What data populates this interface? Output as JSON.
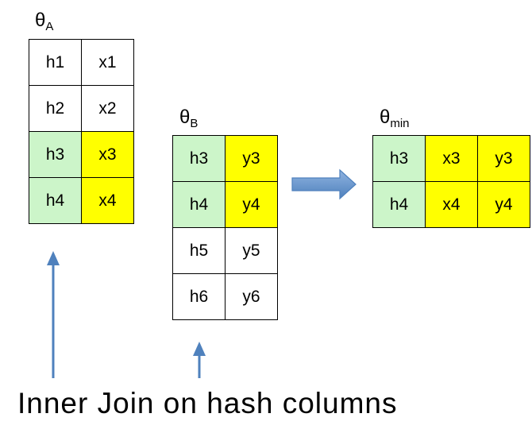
{
  "table_a": {
    "label_main": "θ",
    "label_sub": "A",
    "rows": [
      {
        "cells": [
          {
            "text": "h1",
            "kind": "plain"
          },
          {
            "text": "x1",
            "kind": "plain"
          }
        ]
      },
      {
        "cells": [
          {
            "text": "h2",
            "kind": "plain"
          },
          {
            "text": "x2",
            "kind": "plain"
          }
        ]
      },
      {
        "cells": [
          {
            "text": "h3",
            "kind": "hash"
          },
          {
            "text": "x3",
            "kind": "val"
          }
        ]
      },
      {
        "cells": [
          {
            "text": "h4",
            "kind": "hash"
          },
          {
            "text": "x4",
            "kind": "val"
          }
        ]
      }
    ]
  },
  "table_b": {
    "label_main": "θ",
    "label_sub": "B",
    "rows": [
      {
        "cells": [
          {
            "text": "h3",
            "kind": "hash"
          },
          {
            "text": "y3",
            "kind": "val"
          }
        ]
      },
      {
        "cells": [
          {
            "text": "h4",
            "kind": "hash"
          },
          {
            "text": "y4",
            "kind": "val"
          }
        ]
      },
      {
        "cells": [
          {
            "text": "h5",
            "kind": "plain"
          },
          {
            "text": "y5",
            "kind": "plain"
          }
        ]
      },
      {
        "cells": [
          {
            "text": "h6",
            "kind": "plain"
          },
          {
            "text": "y6",
            "kind": "plain"
          }
        ]
      }
    ]
  },
  "table_min": {
    "label_main": "θ",
    "label_sub": "min",
    "rows": [
      {
        "cells": [
          {
            "text": "h3",
            "kind": "hash"
          },
          {
            "text": "x3",
            "kind": "val"
          },
          {
            "text": "y3",
            "kind": "val"
          }
        ]
      },
      {
        "cells": [
          {
            "text": "h4",
            "kind": "hash"
          },
          {
            "text": "x4",
            "kind": "val"
          },
          {
            "text": "y4",
            "kind": "val"
          }
        ]
      }
    ]
  },
  "caption": "Inner Join on hash columns",
  "colors": {
    "hash_fill": "#ccf5c9",
    "value_fill": "#ffff00",
    "plain_fill": "#ffffff",
    "arrow": "#4f81bd",
    "arrow_fill_light": "#8fb3e0"
  },
  "icons": {
    "join_arrow": "right-block-arrow-icon",
    "pointer_a": "up-arrow-icon",
    "pointer_b": "up-arrow-icon"
  }
}
